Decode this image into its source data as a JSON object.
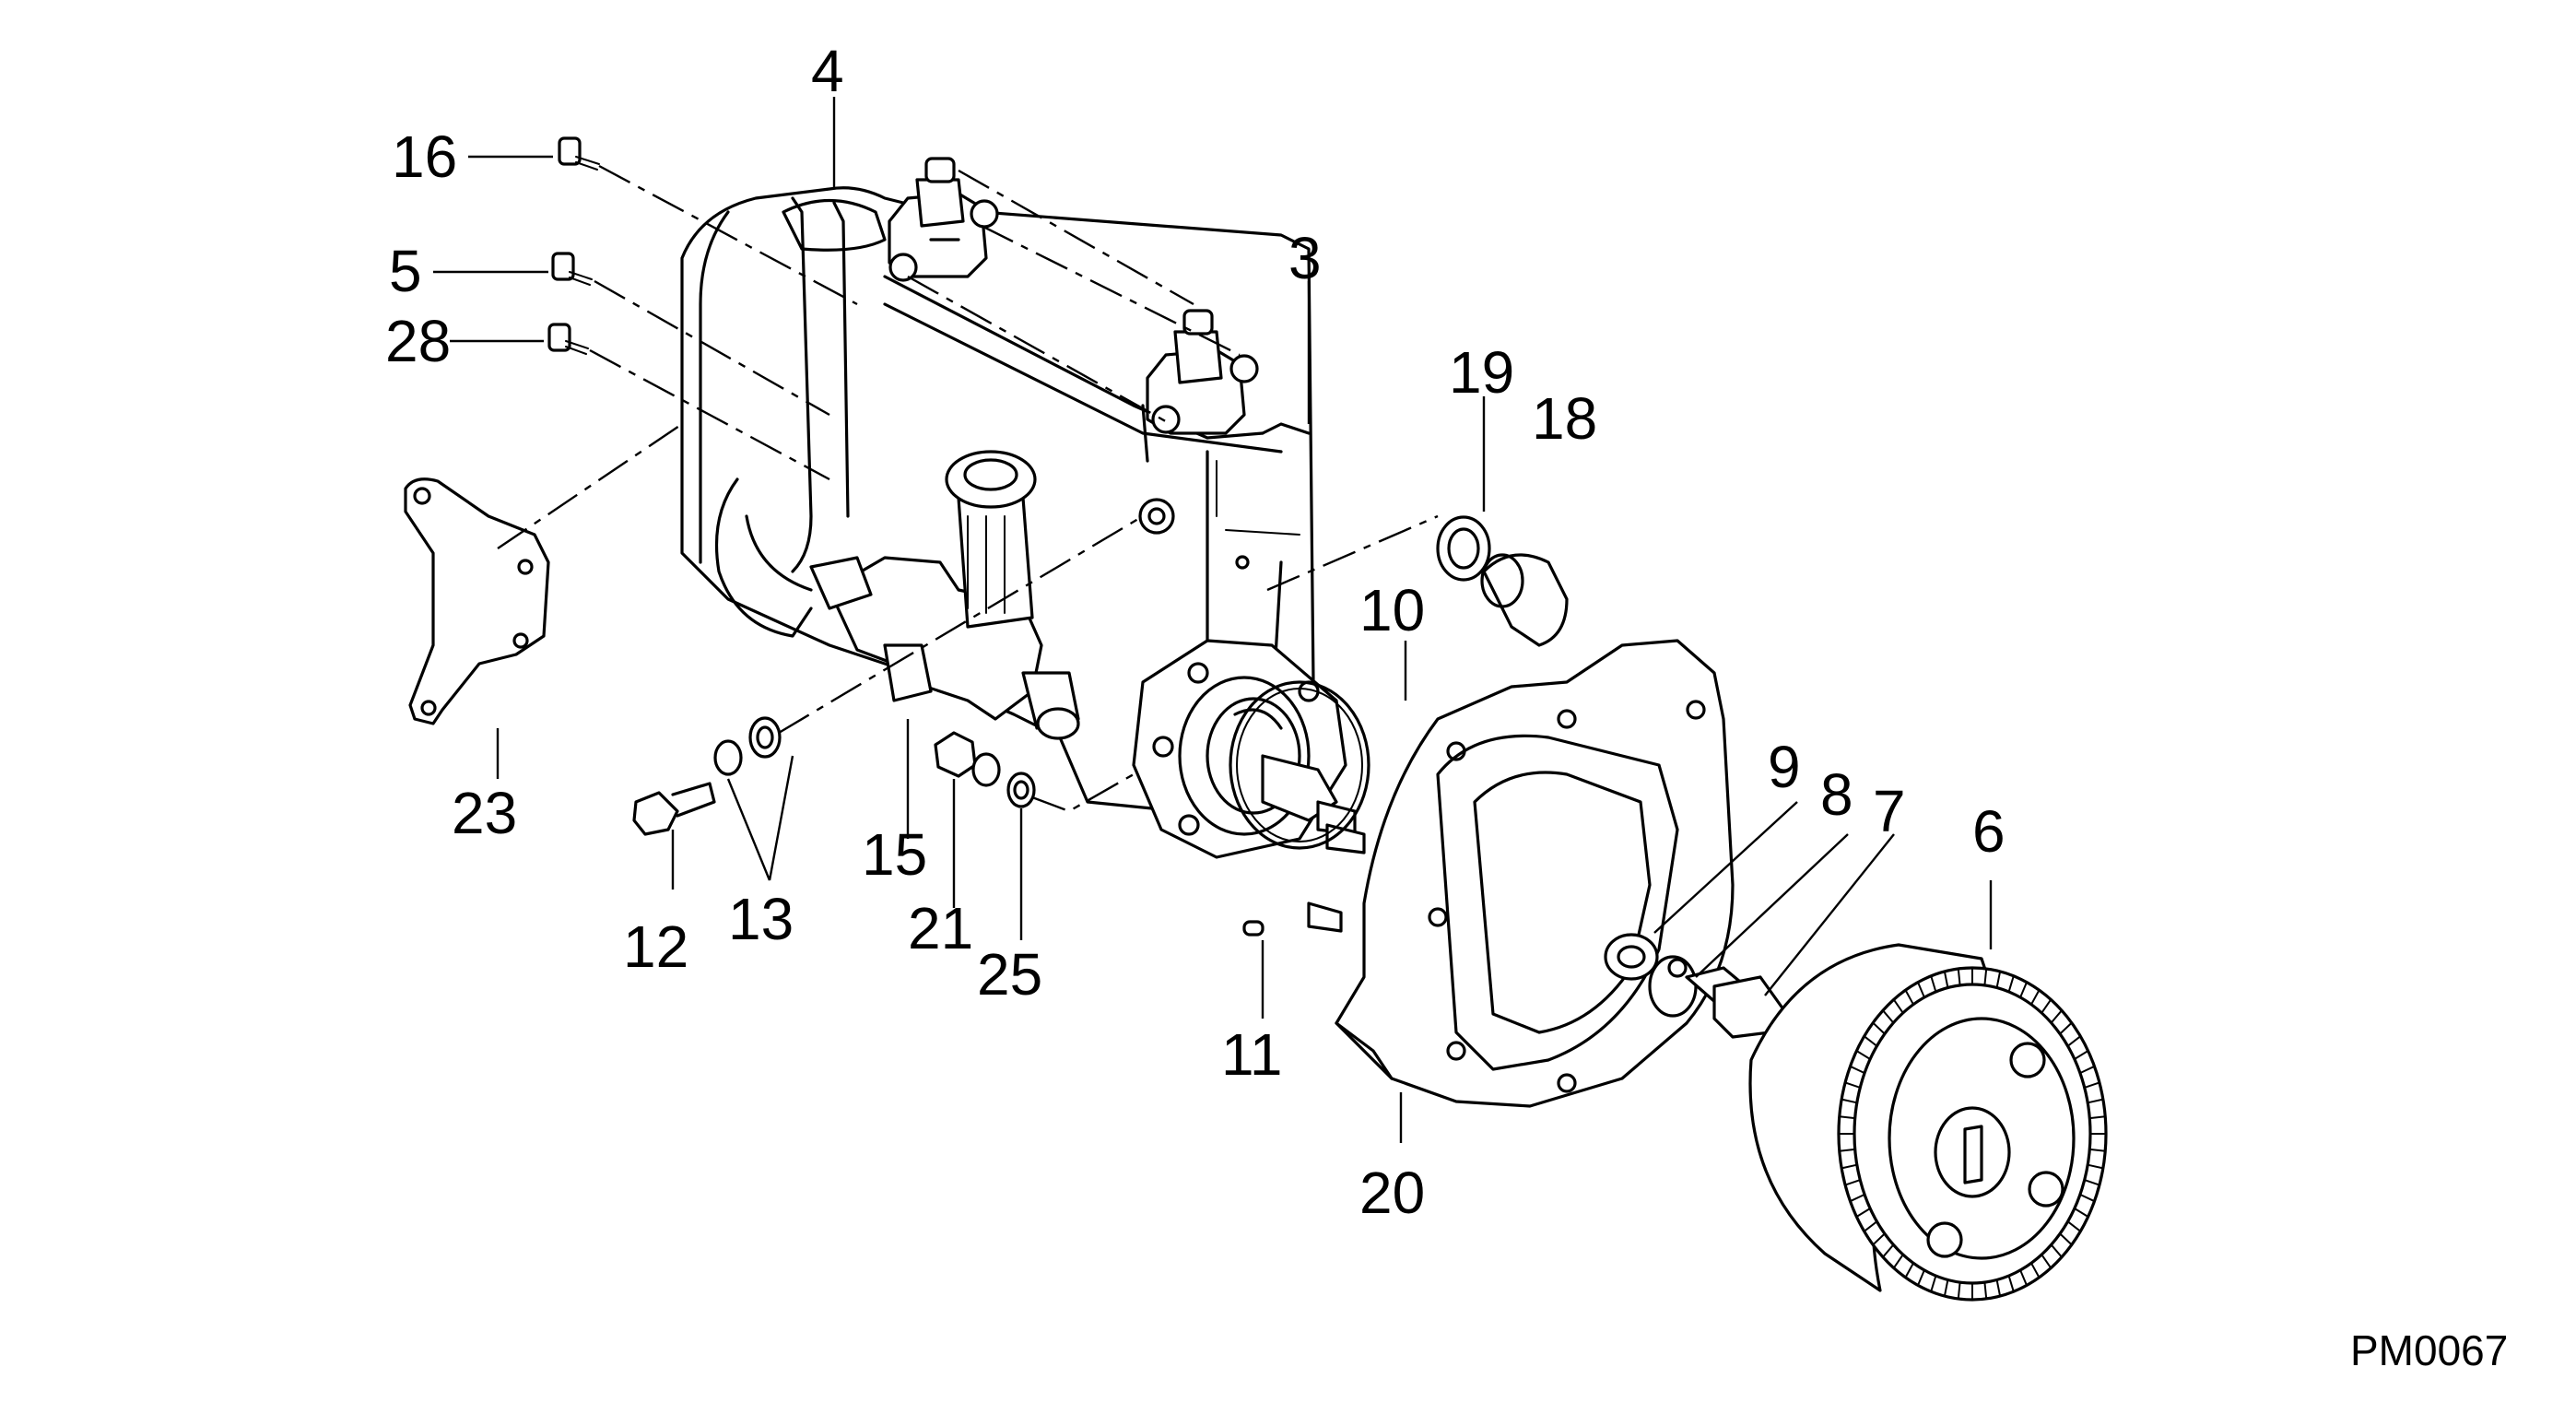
{
  "figure_code": "PM0067",
  "callouts": {
    "c3": "3",
    "c4": "4",
    "c5": "5",
    "c6": "6",
    "c7": "7",
    "c8": "8",
    "c9": "9",
    "c10": "10",
    "c11": "11",
    "c12": "12",
    "c13": "13",
    "c15": "15",
    "c16": "16",
    "c18": "18",
    "c19": "19",
    "c20": "20",
    "c21": "21",
    "c23": "23",
    "c25": "25",
    "c28": "28"
  },
  "colors": {
    "line": "#000000",
    "background": "#ffffff"
  }
}
